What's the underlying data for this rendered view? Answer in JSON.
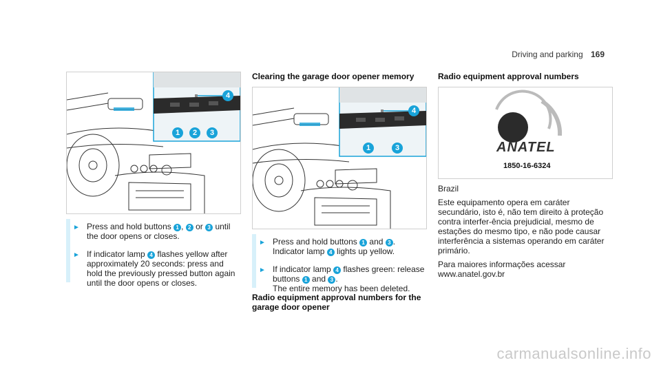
{
  "header": {
    "section": "Driving and parking",
    "page": "169"
  },
  "figure_left": {
    "callouts": [
      "1",
      "2",
      "3",
      "4"
    ]
  },
  "figure_mid": {
    "callouts": [
      "1",
      "3",
      "4"
    ]
  },
  "left_steps": [
    {
      "parts": [
        "Press and hold buttons ",
        "1",
        ", ",
        "2",
        " or ",
        "3",
        " until the door opens or closes."
      ]
    },
    {
      "parts": [
        "If indicator lamp ",
        "4",
        " flashes yellow after approximately 20 seconds: press and hold the previously pressed button again until the door opens or closes."
      ]
    }
  ],
  "middle": {
    "heading": "Clearing the garage door opener memory",
    "step1_a": "Press and hold buttons ",
    "step1_b1": "1",
    "step1_c": " and ",
    "step1_b2": "3",
    "step1_d": ".",
    "step1_e": "Indicator lamp ",
    "step1_b3": "4",
    "step1_f": " lights up yellow.",
    "step2_a": "If indicator lamp ",
    "step2_b1": "4",
    "step2_c": " flashes green: release buttons ",
    "step2_b2": "1",
    "step2_d": " and ",
    "step2_b3": "3",
    "step2_e": ".",
    "step2_f": "The entire memory has been deleted.",
    "heading2": "Radio equipment approval numbers for the garage door opener"
  },
  "right": {
    "heading": "Radio equipment approval numbers",
    "anatel_logo_text": "ANATEL",
    "anatel_number": "1850-16-6324",
    "country": "Brazil",
    "para1": "Este equipamento opera em caráter secundário, isto é, não tem direito à proteção contra interfer-ência prejudicial, mesmo de estações do mesmo tipo, e não pode causar interferência a sistemas operando em caráter primário.",
    "para2a": "Para maiores informações acessar",
    "para2b": "www.anatel.gov.br"
  },
  "watermark": "carmanualsonline.info",
  "colors": {
    "accent": "#19a3d9",
    "accent_light": "#d7f0fa"
  }
}
